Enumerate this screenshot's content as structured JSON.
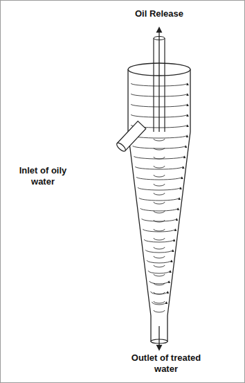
{
  "diagram": {
    "labels": [
      "Oil Release",
      "Inlet of oily water",
      "Outlet of treated water"
    ]
  }
}
